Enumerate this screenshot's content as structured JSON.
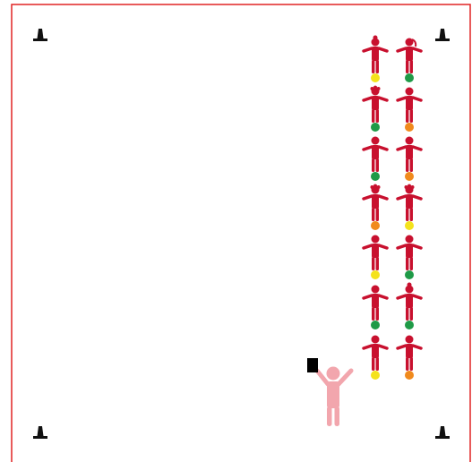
{
  "field": {
    "border_color": "#e02424",
    "background": "#ffffff"
  },
  "colors": {
    "player": "#c8102e",
    "coach": "#f2a6ad",
    "cone": "#111111",
    "card": "#000000",
    "ball_yellow": "#f4e21c",
    "ball_green": "#1f9a47",
    "ball_orange": "#f08a1c"
  },
  "cones": [
    {
      "corner": "top-left"
    },
    {
      "corner": "top-right"
    },
    {
      "corner": "bottom-left"
    },
    {
      "corner": "bottom-right"
    }
  ],
  "players": {
    "left_column": [
      {
        "rank": 1,
        "ball": "yellow",
        "hair": "bun"
      },
      {
        "rank": 2,
        "ball": "green",
        "hair": "curly"
      },
      {
        "rank": 3,
        "ball": "green",
        "hair": "short"
      },
      {
        "rank": 4,
        "ball": "orange",
        "hair": "curly"
      },
      {
        "rank": 5,
        "ball": "yellow",
        "hair": "short"
      },
      {
        "rank": 6,
        "ball": "green",
        "hair": "short"
      },
      {
        "rank": 7,
        "ball": "yellow",
        "hair": "short"
      }
    ],
    "right_column": [
      {
        "rank": 1,
        "ball": "green",
        "hair": "ponytail"
      },
      {
        "rank": 2,
        "ball": "orange",
        "hair": "short"
      },
      {
        "rank": 3,
        "ball": "orange",
        "hair": "short"
      },
      {
        "rank": 4,
        "ball": "yellow",
        "hair": "curly"
      },
      {
        "rank": 5,
        "ball": "green",
        "hair": "short"
      },
      {
        "rank": 6,
        "ball": "green",
        "hair": "bun"
      },
      {
        "rank": 7,
        "ball": "orange",
        "hair": "short"
      }
    ]
  },
  "coach": {
    "pose": "arms-raised",
    "holds": "card"
  }
}
